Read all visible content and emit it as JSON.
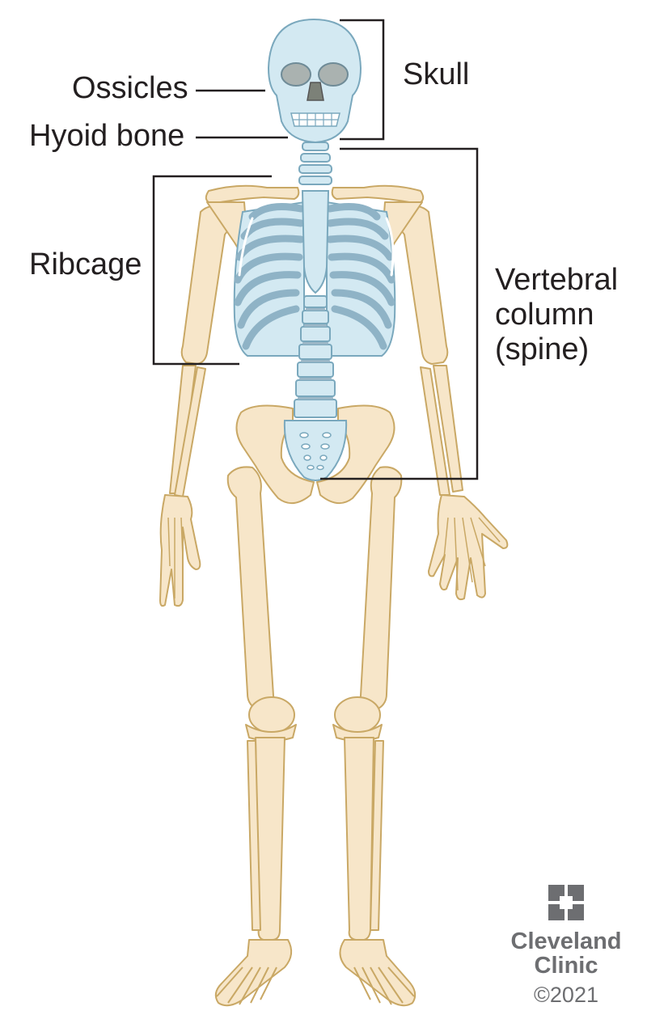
{
  "labels": {
    "skull": "Skull",
    "ossicles": "Ossicles",
    "hyoid_bone": "Hyoid bone",
    "ribcage": "Ribcage",
    "vertebral_column_line1": "Vertebral",
    "vertebral_column_line2": "column",
    "vertebral_column_line3": "(spine)"
  },
  "logo": {
    "name_line1": "Cleveland",
    "name_line2": "Clinic",
    "copyright": "©2021"
  },
  "colors": {
    "bone": "#f7e6c9",
    "bone_outline": "#c9a865",
    "axial_bone": "#d3e9f2",
    "axial_outline": "#7aa8bd",
    "rib_shade": "#8fb3c6",
    "leader_line": "#231f20",
    "logo_gray": "#6d6e71"
  }
}
